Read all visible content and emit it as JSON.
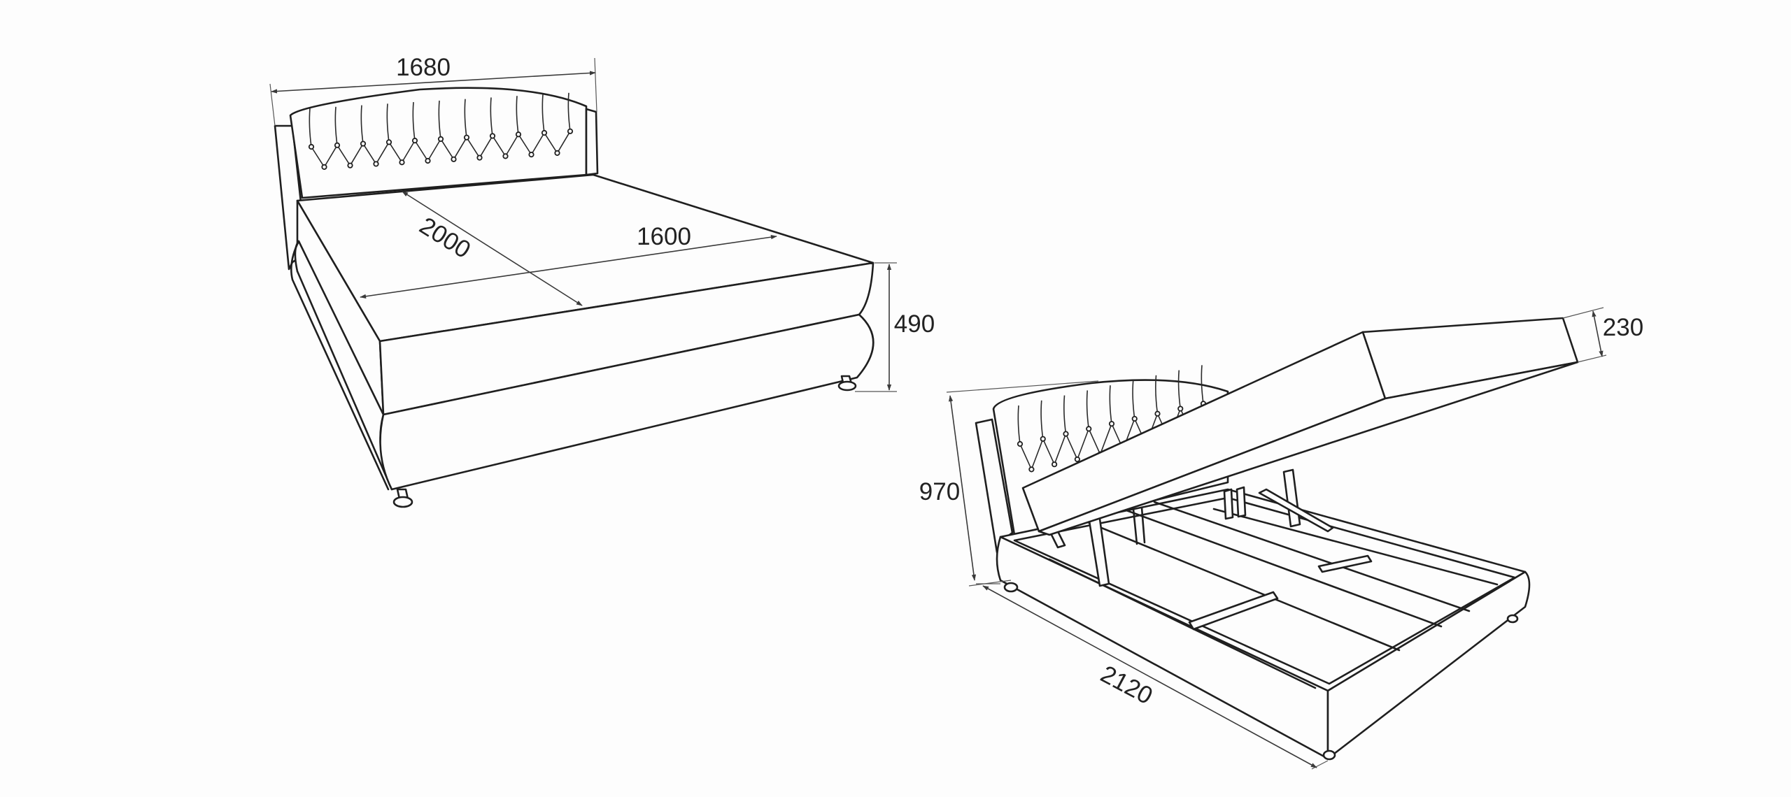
{
  "figures": [
    {
      "name": "bed-closed",
      "dimensions": {
        "headboard_width": "1680",
        "mattress_length": "2000",
        "mattress_width": "1600",
        "height": "490"
      }
    },
    {
      "name": "bed-open-lift-storage",
      "dimensions": {
        "lid_thickness": "230",
        "headboard_height": "970",
        "total_length": "2120"
      }
    }
  ],
  "colors": {
    "line": "#1f1f1f",
    "background": "#fdfdfd"
  }
}
